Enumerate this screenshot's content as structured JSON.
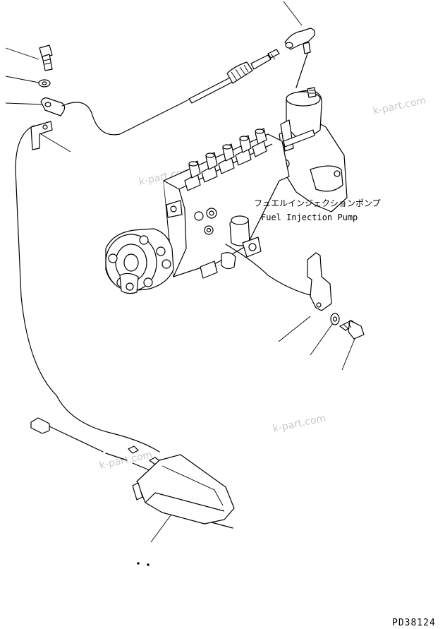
{
  "labels": {
    "part_name_jp": "フュエルインジェクションポンプ",
    "part_name_en": "Fuel Injection Pump"
  },
  "drawing_code": "PD38124",
  "watermark": "k-part.com"
}
